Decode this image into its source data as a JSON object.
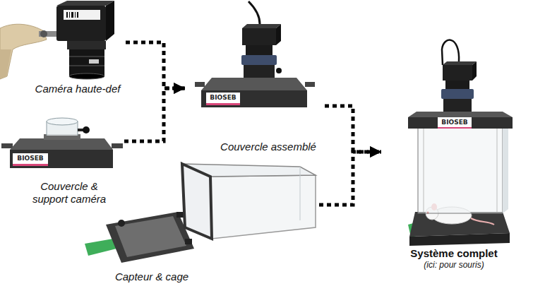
{
  "diagram": {
    "nodes": [
      {
        "text": [
          "Caméra haute-def"
        ]
      },
      {
        "text": [
          "Couvercle & support caméra"
        ]
      },
      {
        "text": [
          "Couvercle assemblé"
        ]
      },
      {
        "text": [
          "Capteur & cage"
        ]
      },
      {
        "text": [
          "Système complet",
          "(ici: pour souris)"
        ]
      }
    ],
    "edges": [
      {
        "from": 0,
        "to": 2,
        "arrow": "to"
      },
      {
        "from": 1,
        "to": 2,
        "arrow": "to"
      },
      {
        "from": 2,
        "to": 4,
        "arrow": "to"
      },
      {
        "from": 3,
        "to": 4,
        "arrow": "to"
      }
    ],
    "labels": [
      "BIOSEB",
      "BIOSEB",
      "BIOSEB"
    ]
  }
}
